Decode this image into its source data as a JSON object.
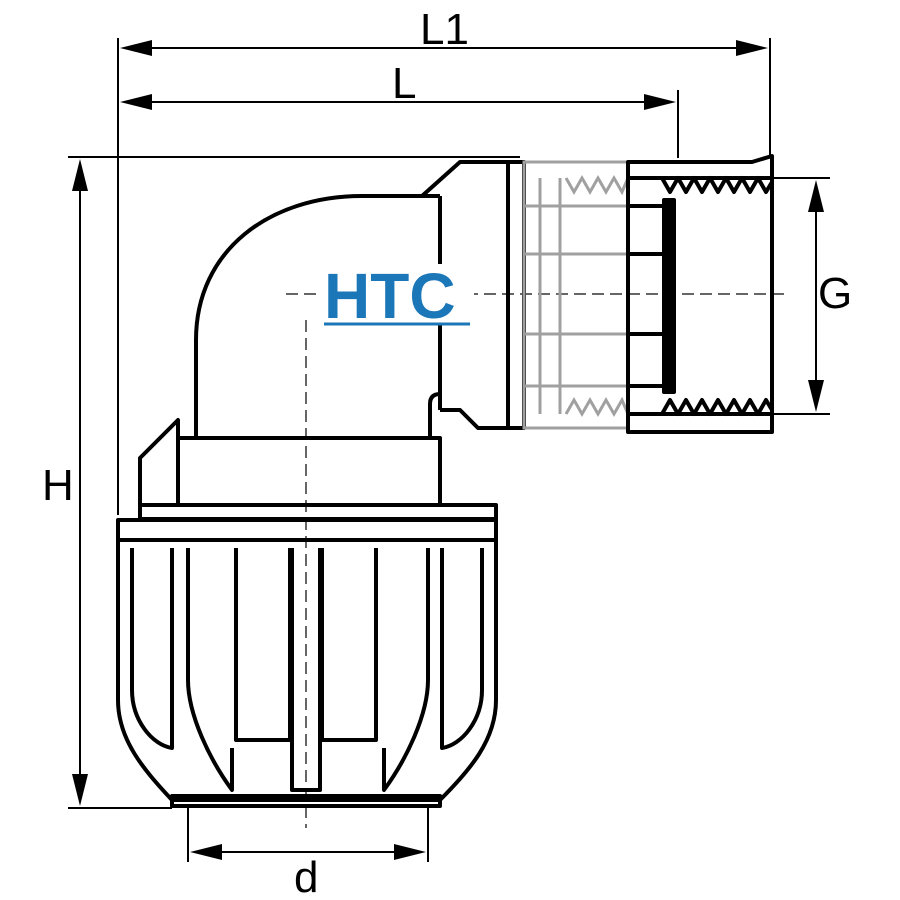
{
  "logo": {
    "text": "HTC",
    "color": "#1b77b8"
  },
  "dimensions": {
    "L1": "L1",
    "L": "L",
    "H": "H",
    "G": "G",
    "d": "d"
  },
  "colors": {
    "line": "#000000",
    "hidden": "#a0a0a0",
    "logo": "#1b77b8"
  }
}
